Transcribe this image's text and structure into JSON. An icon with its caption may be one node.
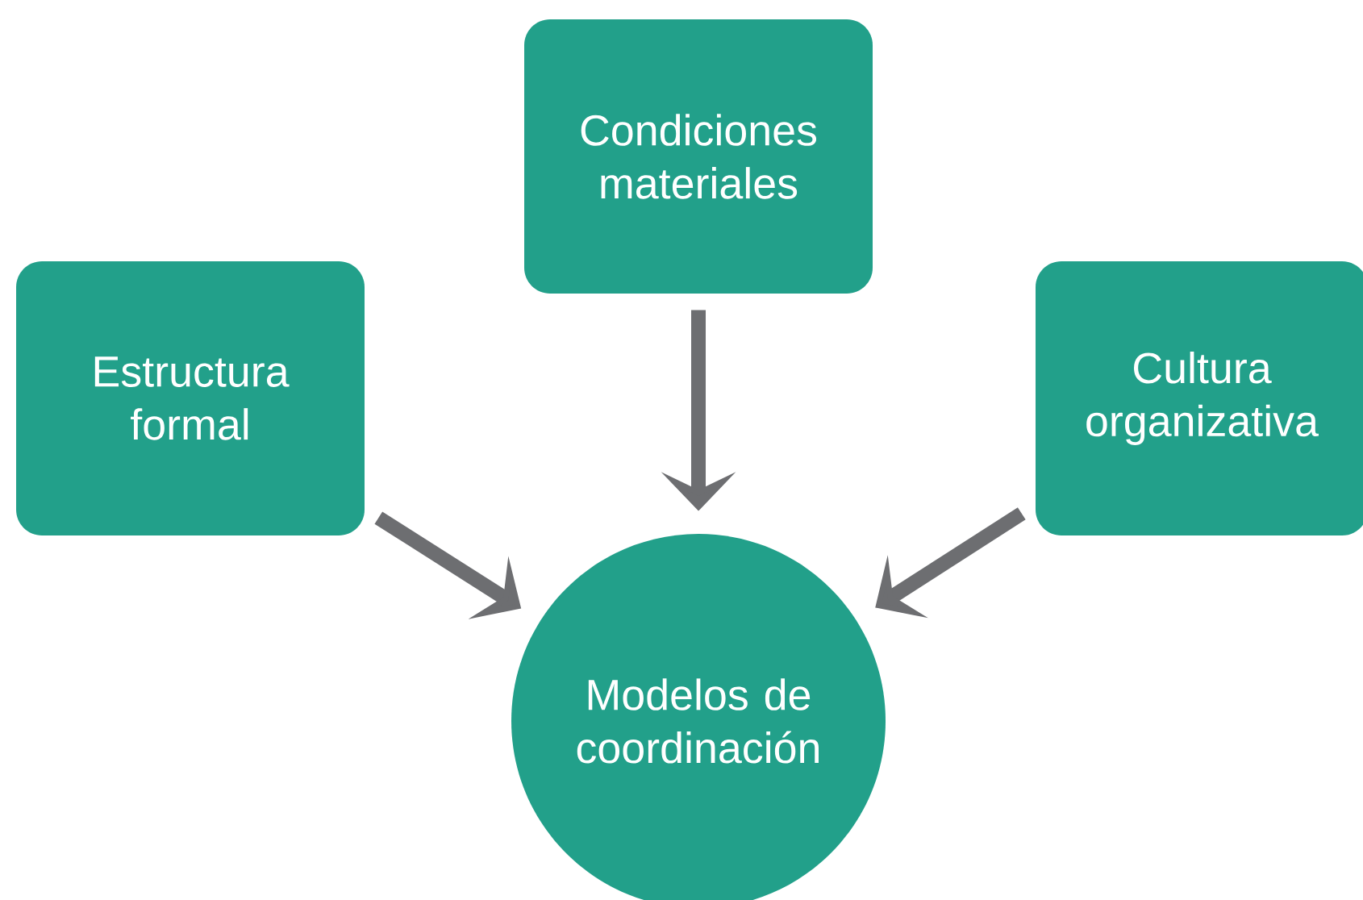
{
  "diagram": {
    "nodes": [
      {
        "text": [
          "Estructura formal"
        ]
      },
      {
        "text": [
          "Condiciones materiales"
        ]
      },
      {
        "text": [
          "Cultura organizativa"
        ]
      },
      {
        "text": [
          "Modelos de coordinación"
        ]
      }
    ],
    "edges": [
      {
        "from": 0,
        "to": 3,
        "arrow": "to"
      },
      {
        "from": 1,
        "to": 3,
        "arrow": "to"
      },
      {
        "from": 2,
        "to": 3,
        "arrow": "to"
      }
    ]
  }
}
